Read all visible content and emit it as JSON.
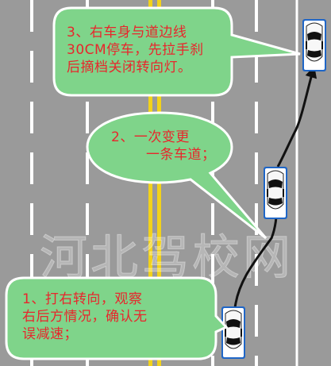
{
  "watermark": "河北驾校网",
  "callouts": [
    {
      "id": "step3",
      "lines": [
        "3、右车身与道边线",
        "30CM停车，先拉手刹",
        "后摘档关闭转向灯。"
      ]
    },
    {
      "id": "step2",
      "lines": [
        "2、一次变更",
        "一条车道；"
      ]
    },
    {
      "id": "step1",
      "lines": [
        "1、打右转向，观察",
        "右后方情况，确认无",
        "误减速；"
      ]
    }
  ],
  "colors": {
    "road": "#9a9a9a",
    "lane_line": "#ffffff",
    "center_line": "#f2d21a",
    "bubble_fill": "#7fd48a",
    "bubble_stroke": "#ffffff",
    "text": "#e8262c",
    "car_frame": "#1f66c7"
  },
  "cars": [
    {
      "name": "car-start",
      "label": ""
    },
    {
      "name": "car-middle",
      "label": ""
    },
    {
      "name": "car-end",
      "label": ""
    }
  ]
}
